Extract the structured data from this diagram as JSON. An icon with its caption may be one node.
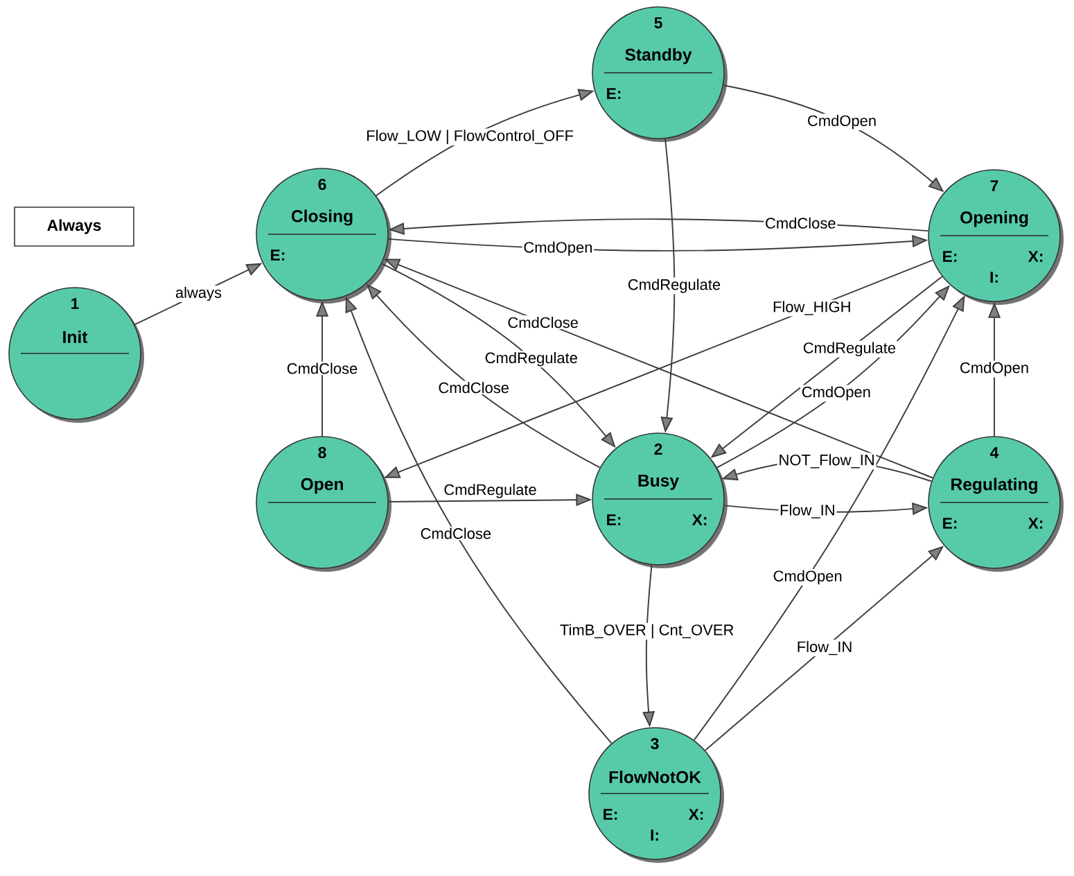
{
  "diagram": {
    "nodes": [
      {
        "text": [
          "1",
          "Init"
        ]
      },
      {
        "text": [
          "2",
          "Busy",
          "E:",
          "X:"
        ]
      },
      {
        "text": [
          "3",
          "FlowNotOK",
          "E:",
          "X:",
          "I:"
        ]
      },
      {
        "text": [
          "4",
          "Regulating",
          "E:",
          "X:"
        ]
      },
      {
        "text": [
          "5",
          "Standby",
          "E:"
        ]
      },
      {
        "text": [
          "6",
          "Closing",
          "E:"
        ]
      },
      {
        "text": [
          "7",
          "Opening",
          "E:",
          "X:",
          "I:"
        ]
      },
      {
        "text": [
          "8",
          "Open"
        ]
      },
      {
        "text": [
          "Always"
        ]
      }
    ],
    "edges": [
      {
        "from": 0,
        "to": 5,
        "arrow": "to",
        "label": "always"
      },
      {
        "from": 5,
        "to": 4,
        "arrow": "to",
        "label": "Flow_LOW | FlowControl_OFF"
      },
      {
        "from": 4,
        "to": 6,
        "arrow": "to",
        "label": "CmdOpen"
      },
      {
        "from": 4,
        "to": 1,
        "arrow": "to",
        "label": "CmdRegulate"
      },
      {
        "from": 6,
        "to": 5,
        "arrow": "to",
        "label": "CmdClose"
      },
      {
        "from": 5,
        "to": 6,
        "arrow": "to",
        "label": "CmdOpen"
      },
      {
        "from": 3,
        "to": 5,
        "arrow": "to",
        "label": "CmdClose"
      },
      {
        "from": 6,
        "to": 7,
        "arrow": "to",
        "label": "Flow_HIGH"
      },
      {
        "from": 6,
        "to": 1,
        "arrow": "to",
        "label": "CmdRegulate"
      },
      {
        "from": 5,
        "to": 1,
        "arrow": "to",
        "label": "CmdRegulate"
      },
      {
        "from": 1,
        "to": 5,
        "arrow": "to",
        "label": "CmdClose"
      },
      {
        "from": 1,
        "to": 6,
        "arrow": "to",
        "label": "CmdOpen"
      },
      {
        "from": 3,
        "to": 1,
        "arrow": "to",
        "label": "NOT_Flow_IN"
      },
      {
        "from": 1,
        "to": 3,
        "arrow": "to",
        "label": "Flow_IN"
      },
      {
        "from": 3,
        "to": 6,
        "arrow": "to",
        "label": "CmdOpen"
      },
      {
        "from": 7,
        "to": 5,
        "arrow": "to",
        "label": "CmdClose"
      },
      {
        "from": 7,
        "to": 1,
        "arrow": "to",
        "label": "CmdRegulate"
      },
      {
        "from": 1,
        "to": 2,
        "arrow": "to",
        "label": "TimB_OVER | Cnt_OVER"
      },
      {
        "from": 2,
        "to": 5,
        "arrow": "to",
        "label": "CmdClose"
      },
      {
        "from": 2,
        "to": 6,
        "arrow": "to",
        "label": "CmdOpen"
      },
      {
        "from": 2,
        "to": 3,
        "arrow": "to",
        "label": "Flow_IN"
      }
    ]
  }
}
